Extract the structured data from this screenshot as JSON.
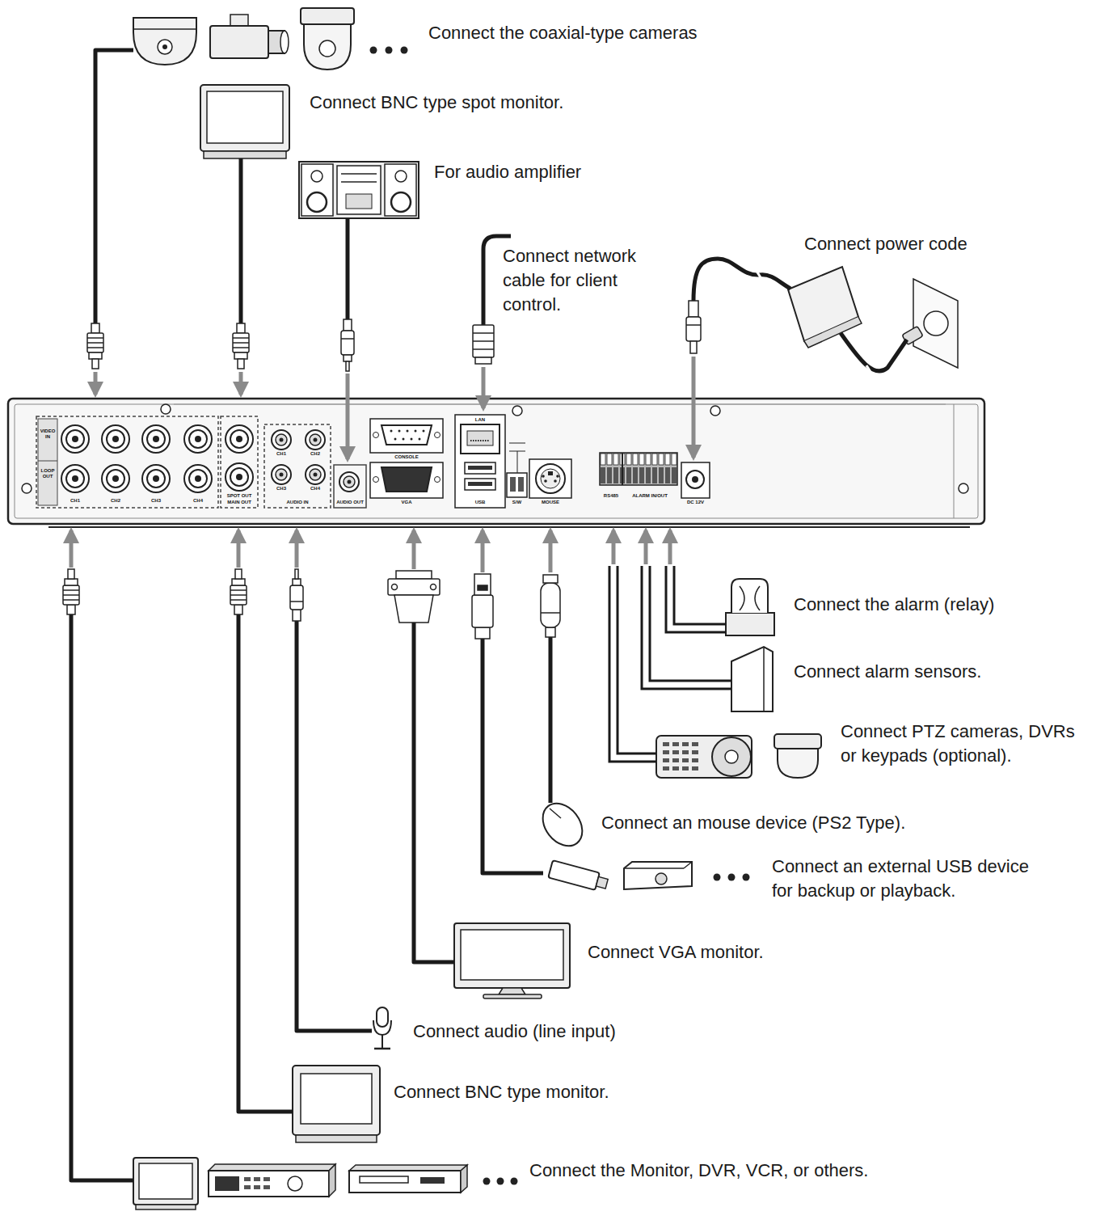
{
  "diagram": {
    "labels": [
      "Connect the coaxial-type cameras",
      "Connect BNC type spot monitor.",
      "For audio amplifier",
      "Connect network cable for client control.",
      "Connect power code",
      "VIDEO IN",
      "LOOP OUT",
      "CH1",
      "CH2",
      "CH3",
      "CH4",
      "SPOT OUT",
      "MAIN OUT",
      "CH1",
      "CH2",
      "CH3",
      "CH4",
      "AUDIO IN",
      "AUDIO OUT",
      "CONSOLE",
      "VGA",
      "LAN",
      "USB",
      "S/W",
      "MOUSE",
      "RS485",
      "ALARM IN/OUT",
      "DC 12V",
      "Connect the alarm (relay)",
      "Connect alarm sensors.",
      "Connect PTZ cameras, DVRs or keypads (optional).",
      "Connect an mouse device (PS2 Type).",
      "Connect an external USB device for backup or playback.",
      "Connect VGA monitor.",
      "Connect audio (line input)",
      "Connect BNC type monitor.",
      "Connect the Monitor, DVR, VCR, or others."
    ]
  }
}
